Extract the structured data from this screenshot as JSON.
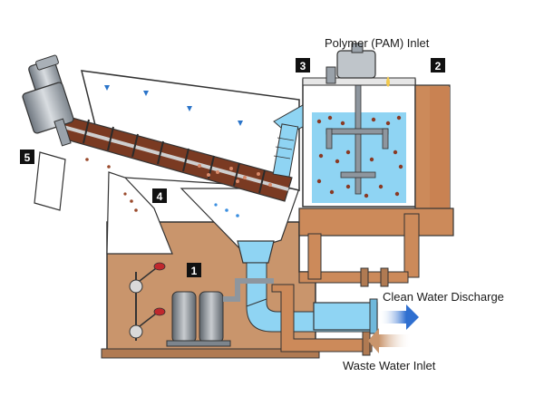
{
  "labels": {
    "polymer_inlet": "Polymer (PAM) Inlet",
    "clean_water_discharge": "Clean Water Discharge",
    "waste_water_inlet": "Waste Water Inlet"
  },
  "badges": {
    "b1": "1",
    "b2": "2",
    "b3": "3",
    "b4": "4",
    "b5": "5"
  },
  "colors": {
    "sludge": "#c9956c",
    "water": "#8fd4f3",
    "dark_sludge": "#7a3a22",
    "pipe": "#cc8a5a",
    "outline": "#333333",
    "badge": "#111111"
  }
}
